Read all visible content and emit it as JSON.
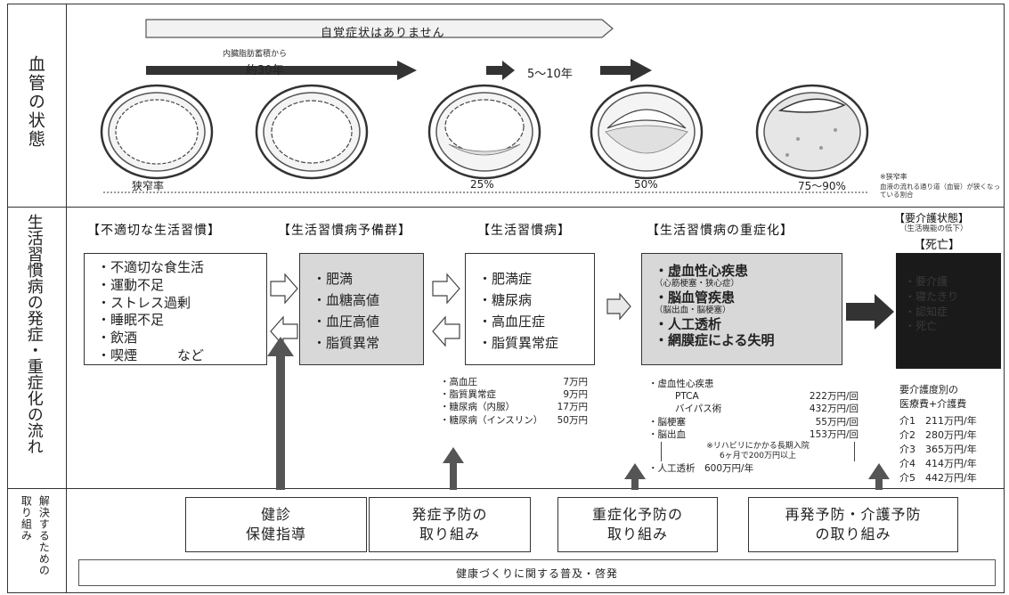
{
  "row_labels": {
    "vessel": "血管の状態",
    "flow": "生活習慣病の発症・重症化の流れ",
    "effort": "取り組み",
    "effort_sub": "解決するための"
  },
  "top": {
    "no_symptoms": "自覚症状はありません",
    "fat_note": "内臓脂肪蓄積から",
    "years_30": "約30年",
    "years_5_10": "5～10年",
    "stenosis_label": "狭窄率",
    "pcts": [
      "25%",
      "50%",
      "75～90%"
    ],
    "side_note_1": "※狭窄率",
    "side_note_2": "血液の流れる通り道（血管）が狭くなっている割合"
  },
  "stages": [
    {
      "header": "【不適切な生活習慣】",
      "items": [
        "・不適切な食生活",
        "・運動不足",
        "・ストレス過剰",
        "・睡眠不足",
        "・飲酒",
        "・喫煙　　　など"
      ]
    },
    {
      "header": "【生活習慣病予備群】",
      "items": [
        "・肥満",
        "・血糖高値",
        "・血圧高値",
        "・脂質異常"
      ]
    },
    {
      "header": "【生活習慣病】",
      "items": [
        "・肥満症",
        "・糖尿病",
        "・高血圧症",
        "・脂質異常症"
      ]
    },
    {
      "header": "【生活習慣病の重症化】",
      "items": [
        "・虚血性心疾患",
        "（心筋梗塞・狭心症）",
        "・脳血管疾患",
        "（脳出血・脳梗塞）",
        "・人工透析",
        "・網膜症による失明"
      ]
    }
  ],
  "care": {
    "header": "【要介護状態】",
    "header_sub": "（生活機能の低下）",
    "death": "【死亡】",
    "items": [
      "・要介護",
      "・寝たきり",
      "・認知症",
      "・死亡"
    ]
  },
  "costs_lifestyle": [
    {
      "name": "・高血圧",
      "cost": "7万円"
    },
    {
      "name": "・脂質異常症",
      "cost": "9万円"
    },
    {
      "name": "・糖尿病（内服）",
      "cost": "17万円"
    },
    {
      "name": "・糖尿病（インスリン）",
      "cost": "50万円"
    }
  ],
  "costs_severe": {
    "ihd": "・虚血性心疾患",
    "ptca": "PTCA",
    "ptca_cost": "222万円/回",
    "bypass": "バイパス術",
    "bypass_cost": "432万円/回",
    "infarct": "・脳梗塞",
    "infarct_cost": "55万円/回",
    "hemorrhage": "・脳出血",
    "hemorrhage_cost": "153万円/回",
    "rehab_1": "※リハビリにかかる長期入院",
    "rehab_2": "6ヶ月で200万円以上",
    "dialysis": "・人工透析　600万円/年"
  },
  "care_costs": {
    "title_1": "要介護度別の",
    "title_2": "医療費+介護費",
    "rows": [
      "介1　211万円/年",
      "介2　280万円/年",
      "介3　365万円/年",
      "介4　414万円/年",
      "介5　442万円/年"
    ]
  },
  "efforts": [
    "健診\n保健指導",
    "発症予防の\n取り組み",
    "重症化予防の\n取り組み",
    "再発予防・介護予防\nの取り組み"
  ],
  "bottom_banner": "健康づくりに関する普及・啓発",
  "colors": {
    "box_gray": "#d8d8d8",
    "dark_box": "#1a1a1a",
    "arrow": "#555555",
    "line": "#333333"
  }
}
